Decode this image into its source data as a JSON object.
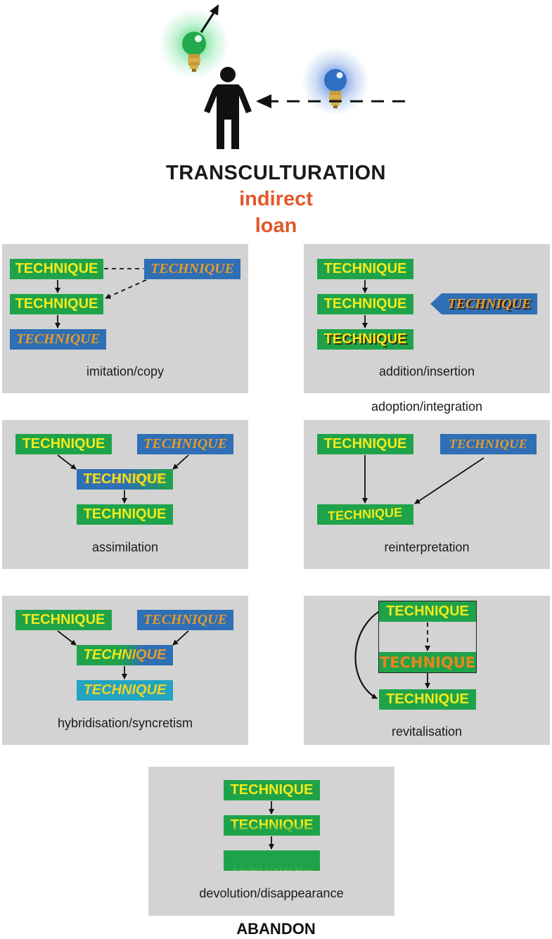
{
  "header": {
    "title": "TRANSCULTURATION",
    "line1": "indirect",
    "line2": "loan"
  },
  "word": "TECHNIQUE",
  "captions": {
    "imitation": "imitation/copy",
    "addition": "addition/insertion",
    "adoption": "adoption/integration",
    "assimilation": "assimilation",
    "reinterpretation": "reinterpretation",
    "hybridisation": "hybridisation/syncretism",
    "revitalisation": "revitalisation",
    "devolution": "devolution/disappearance"
  },
  "footer": {
    "label": "ABANDON"
  },
  "colors": {
    "green": "#1fa34a",
    "blue": "#2e6fb5",
    "yellow": "#f2ea1a",
    "orange": "#e89a2c",
    "accent": "#e2572a",
    "panel": "#d3d3d3"
  }
}
